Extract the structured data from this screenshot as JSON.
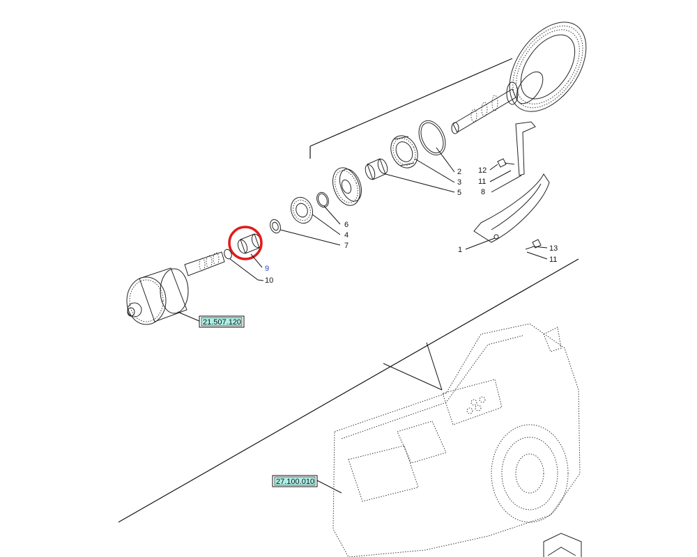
{
  "callouts": {
    "p1": "1",
    "p2": "2",
    "p3": "3",
    "p4": "4",
    "p5": "5",
    "p6": "6",
    "p7": "7",
    "p8": "8",
    "p9": "9",
    "p10": "10",
    "p11a": "11",
    "p11b": "11",
    "p12": "12",
    "p13": "13"
  },
  "references": {
    "clutch": "21.507.120",
    "housing": "27.100.010"
  },
  "colors": {
    "highlight_circle": "#e01b1b",
    "reference_fill": "#aef0e6",
    "selected_text": "#2a3fc4"
  }
}
